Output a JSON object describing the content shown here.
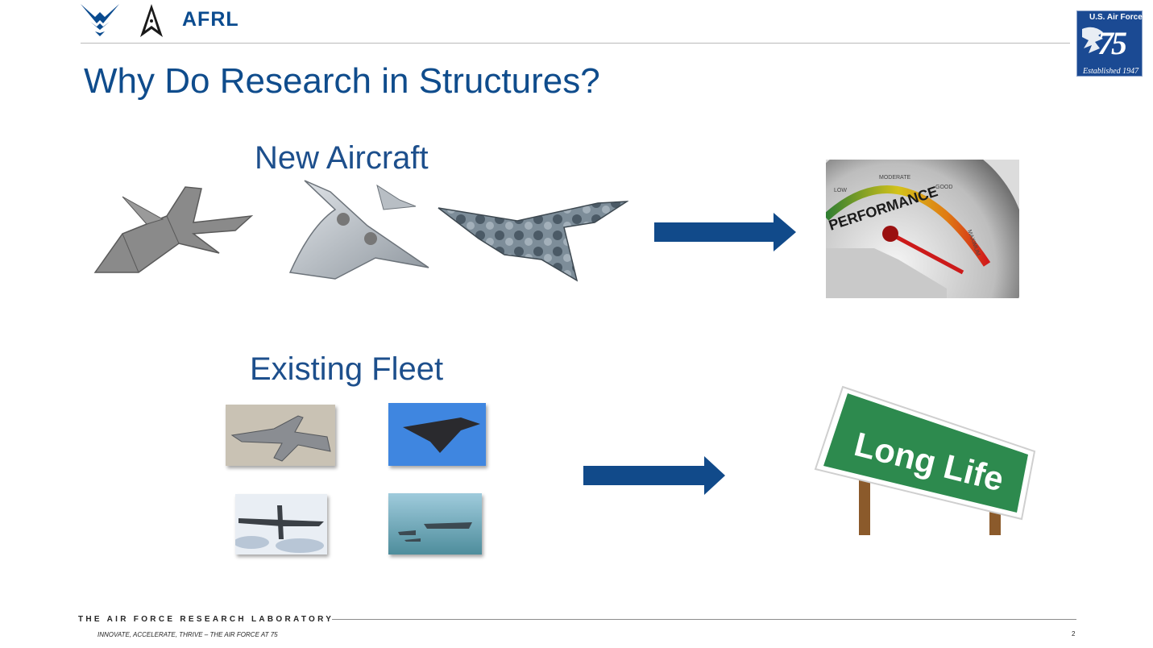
{
  "header": {
    "org_label": "AFRL",
    "badge": {
      "top": "U.S. Air Force",
      "number": "75",
      "bottom": "Established 1947"
    }
  },
  "slide": {
    "title": "Why Do Research in Structures?",
    "sections": [
      {
        "heading": "New Aircraft",
        "result_label": "PERFORMANCE",
        "gauge_labels": [
          "LOW",
          "MODERATE",
          "GOOD",
          "MAXIMUM"
        ]
      },
      {
        "heading": "Existing Fleet",
        "result_label": "Long Life"
      }
    ]
  },
  "footer": {
    "lab": "THE AIR FORCE RESEARCH LABORATORY",
    "motto": "INNOVATE, ACCELERATE, THRIVE – THE AIR FORCE AT 75",
    "page": "2"
  },
  "colors": {
    "brand_blue": "#0f4c8c",
    "arrow_blue": "#114a8a",
    "sign_green": "#2d8a4e"
  }
}
